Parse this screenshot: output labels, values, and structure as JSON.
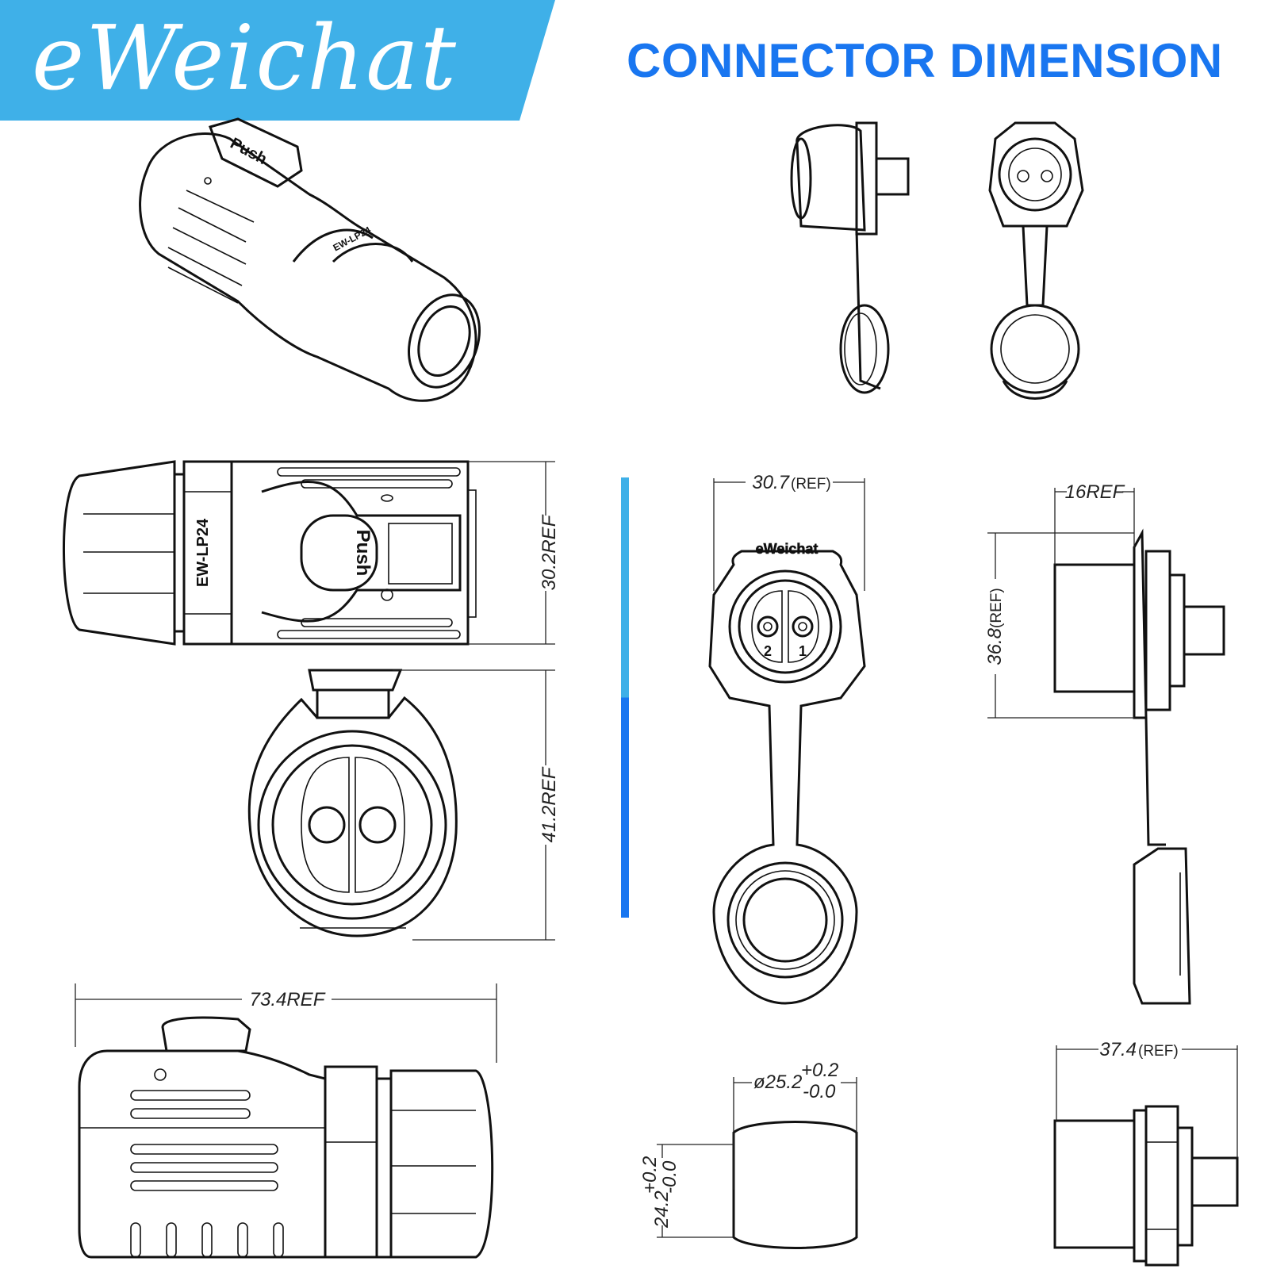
{
  "brand": {
    "logo_text": "eWeichat",
    "banner_color": "#3fb0e8"
  },
  "title": "CONNECTOR DIMENSION",
  "title_color": "#1976f0",
  "labels": {
    "push": "Push",
    "model": "EW-LP24",
    "pin_1": "1",
    "pin_2": "2",
    "cap_logo": "eWeichat"
  },
  "dimensions": {
    "plug_height": "30.2REF",
    "plug_face_height": "41.2REF",
    "plug_length": "73.4REF",
    "socket_width_value": "30.7",
    "socket_width_unit": "(REF)",
    "socket_depth": "16REF",
    "socket_height_value": "36.8",
    "socket_height_unit": "(REF)",
    "cutout_width_value": "ø25.2",
    "cutout_width_tol_plus": "+0.2",
    "cutout_width_tol_minus": "-0.0",
    "cutout_height_value": "24.2",
    "cutout_height_tol_plus": "+0.2",
    "cutout_height_tol_minus": "-0.0",
    "socket_length_value": "37.4",
    "socket_length_unit": "(REF)"
  }
}
